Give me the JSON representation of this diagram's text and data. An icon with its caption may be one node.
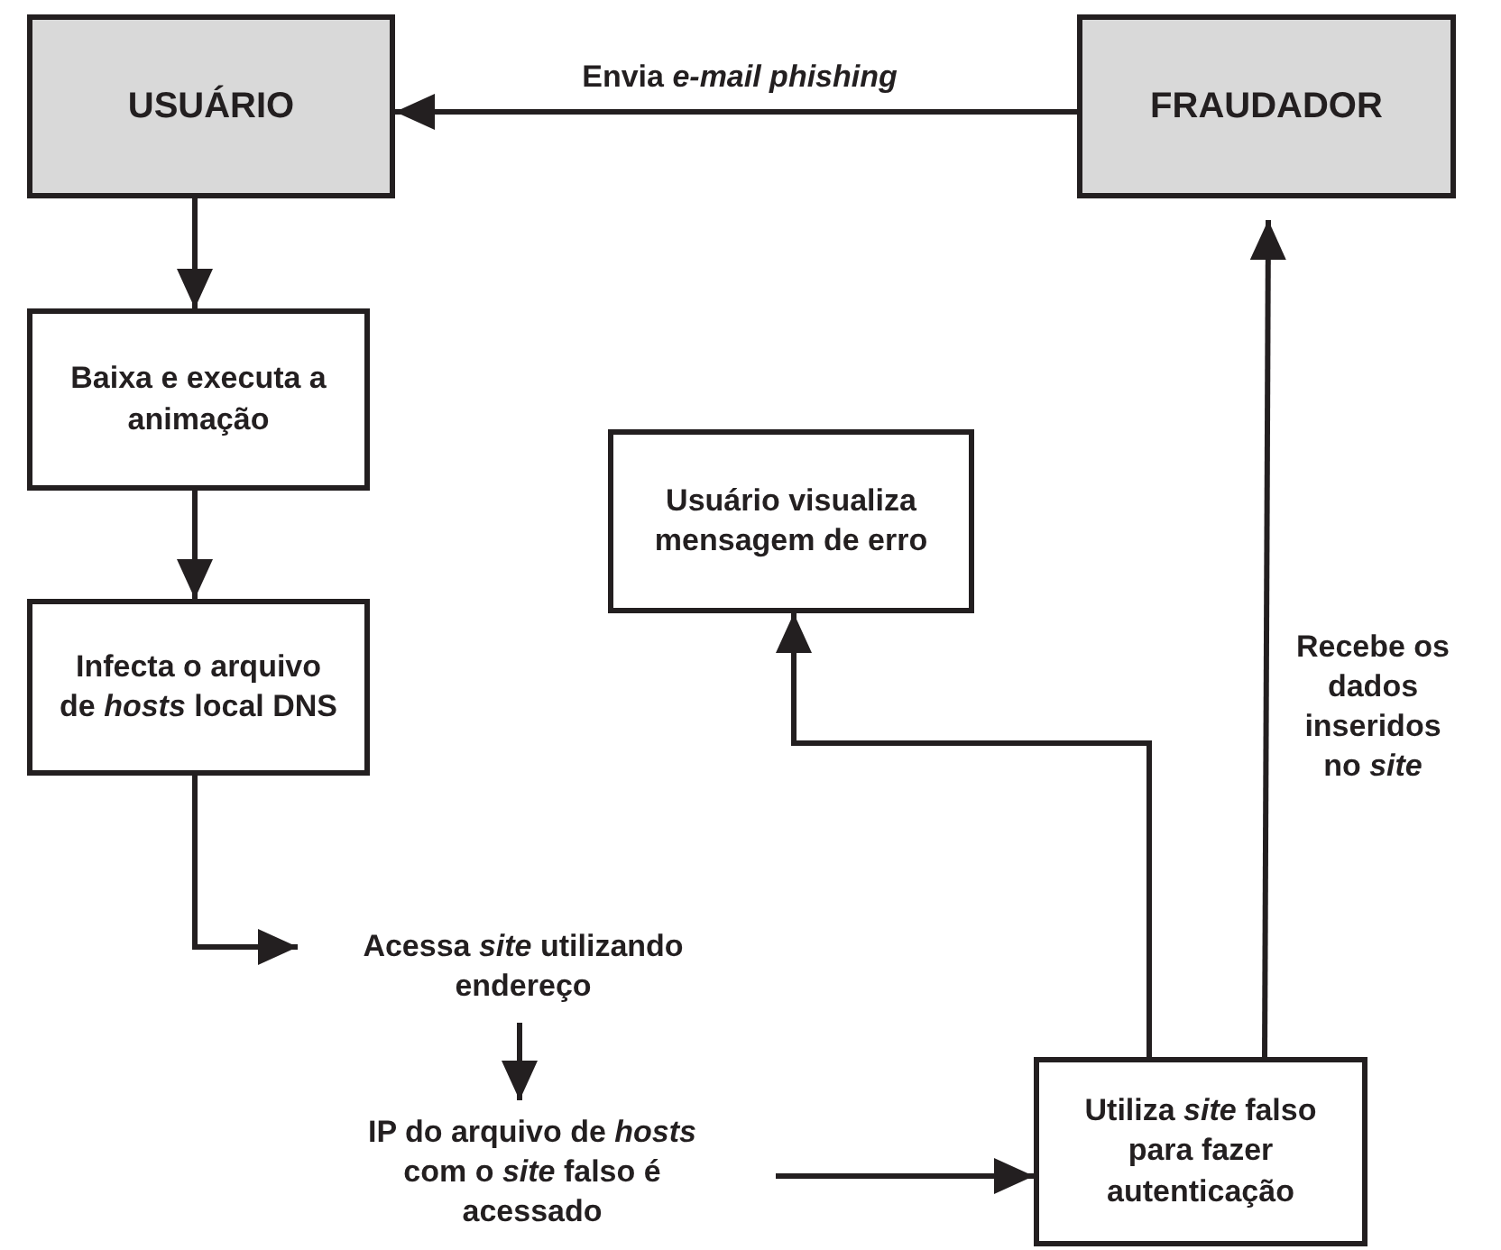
{
  "diagram": {
    "nodes": [
      {
        "text": [
          "USUÁRIO"
        ]
      },
      {
        "text": [
          "FRAUDADOR"
        ]
      },
      {
        "text": [
          "Baixa e executa a animação"
        ]
      },
      {
        "text": [
          "Infecta o arquivo de *hosts* local DNS"
        ]
      },
      {
        "text": [
          "Acessa *site* utilizando endereço"
        ]
      },
      {
        "text": [
          "IP do arquivo de *hosts* com o *site* falso é acessado"
        ]
      },
      {
        "text": [
          "Usuário visualiza mensagem de erro"
        ]
      },
      {
        "text": [
          "Utiliza *site* falso para fazer autenticação"
        ]
      }
    ],
    "edges": [
      {
        "from": 1,
        "to": 0,
        "arrow": "to",
        "label": "Envia *e-mail phishing*"
      },
      {
        "from": 0,
        "to": 2,
        "arrow": "to"
      },
      {
        "from": 2,
        "to": 3,
        "arrow": "to"
      },
      {
        "from": 3,
        "to": 4,
        "arrow": "to"
      },
      {
        "from": 4,
        "to": 5,
        "arrow": "to"
      },
      {
        "from": 5,
        "to": 7,
        "arrow": "to"
      },
      {
        "from": 7,
        "to": 6,
        "arrow": "to"
      },
      {
        "from": 7,
        "to": 1,
        "arrow": "to",
        "label": "Recebe os dados inseridos no *site*"
      }
    ]
  }
}
